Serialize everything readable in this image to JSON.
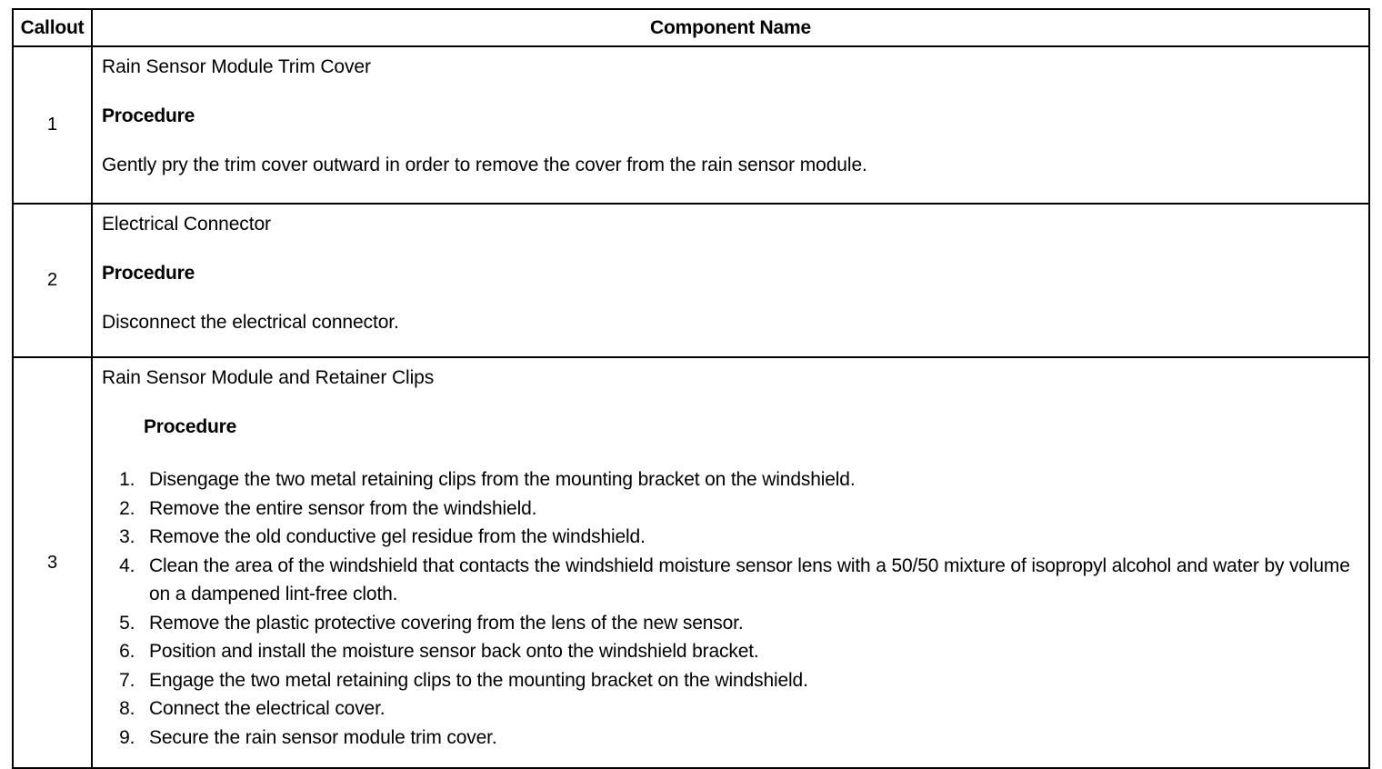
{
  "table": {
    "headers": {
      "callout": "Callout",
      "component_name": "Component Name"
    },
    "rows": [
      {
        "callout": "1",
        "component_name": "Rain Sensor Module Trim Cover",
        "procedure_label": "Procedure",
        "procedure_text": "Gently pry the trim cover outward in order to remove the cover from the rain sensor module."
      },
      {
        "callout": "2",
        "component_name": "Electrical Connector",
        "procedure_label": "Procedure",
        "procedure_text": "Disconnect the electrical connector."
      },
      {
        "callout": "3",
        "component_name": "Rain Sensor Module and Retainer Clips",
        "procedure_label": "Procedure",
        "steps": [
          "Disengage the two metal retaining clips from the mounting bracket on the windshield.",
          "Remove the entire sensor from the windshield.",
          "Remove the old conductive gel residue from the windshield.",
          "Clean the area of the windshield that contacts the windshield moisture sensor lens with a 50/50 mixture of isopropyl alcohol and water by volume on a dampened lint-free cloth.",
          "Remove the plastic protective covering from the lens of the new sensor.",
          "Position and install the moisture sensor back onto the windshield bracket.",
          "Engage the two metal retaining clips to the mounting bracket on the windshield.",
          "Connect the electrical cover.",
          "Secure the rain sensor module trim cover."
        ]
      }
    ]
  },
  "colors": {
    "border": "#000000",
    "text": "#000000",
    "background": "#ffffff"
  }
}
